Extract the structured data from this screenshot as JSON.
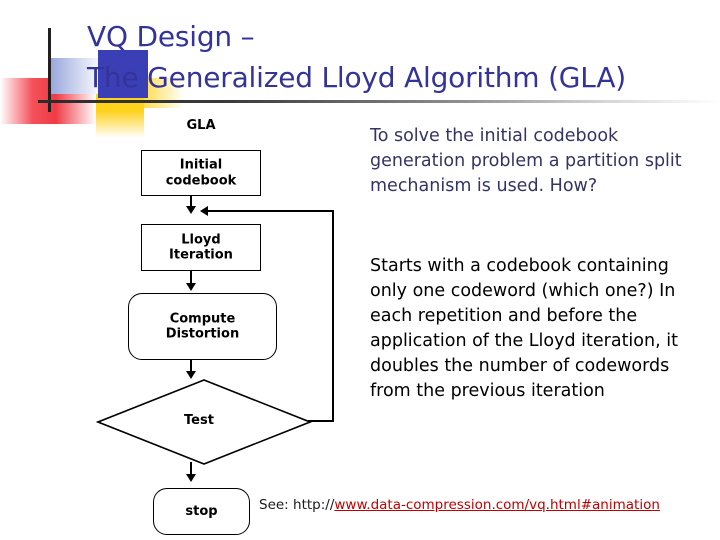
{
  "slide": {
    "title_lines": [
      "VQ Design –",
      "The Generalized Lloyd Algorithm (GLA)"
    ],
    "title_color": "#333399",
    "rule_color": "#2b2b2b"
  },
  "flowchart": {
    "caption": "GLA",
    "nodes": [
      {
        "id": "initial-codebook",
        "label": "Initial\ncodebook",
        "shape": "rectangle"
      },
      {
        "id": "lloyd-iteration",
        "label": "Lloyd\nIteration",
        "shape": "rectangle"
      },
      {
        "id": "compute-distortion",
        "label": "Compute\nDistortion",
        "shape": "rounded-rectangle"
      },
      {
        "id": "test",
        "label": "Test",
        "shape": "diamond"
      },
      {
        "id": "stop",
        "label": "stop",
        "shape": "rounded-rectangle"
      }
    ],
    "edges": [
      {
        "from": "initial-codebook",
        "to": "lloyd-iteration",
        "arrow": "down"
      },
      {
        "from": "lloyd-iteration",
        "to": "compute-distortion",
        "arrow": "down"
      },
      {
        "from": "compute-distortion",
        "to": "test",
        "arrow": "down"
      },
      {
        "from": "test",
        "to": "stop",
        "arrow": "down"
      },
      {
        "from": "test",
        "to": "lloyd-iteration",
        "arrow": "left",
        "style": "loop-back"
      }
    ]
  },
  "body": {
    "paragraph1": "To solve the initial codebook generation problem a partition split mechanism is used. How?",
    "paragraph2": "Starts with a codebook containing only one codeword (which one?) In each repetition and before the application of the Lloyd iteration, it doubles the number of codewords from the previous iteration"
  },
  "footer": {
    "prefix": "See: http://",
    "url": "www.data-compression.com/vq.html#animation",
    "url_color": "#c00000"
  }
}
